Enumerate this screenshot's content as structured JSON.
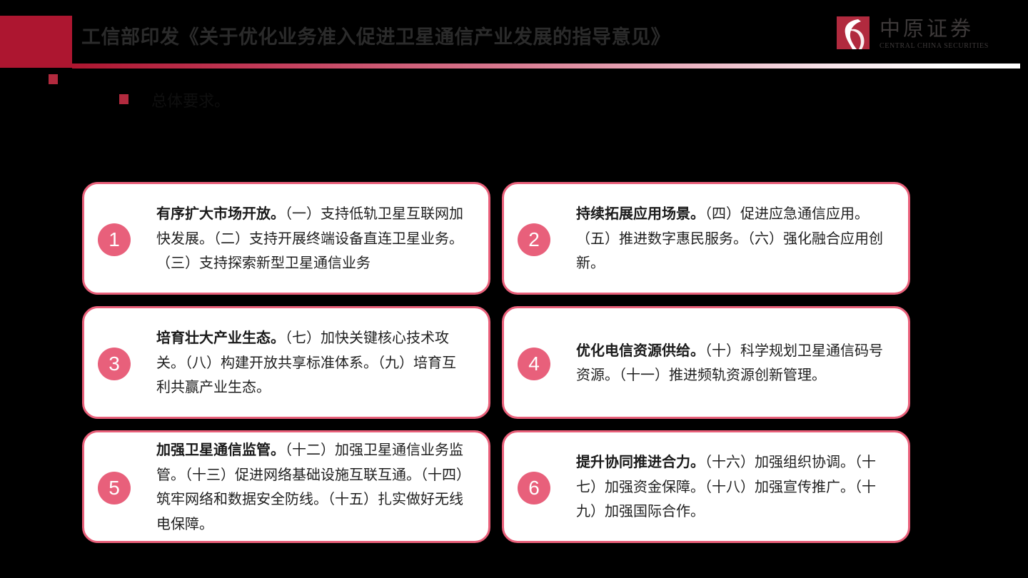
{
  "header": {
    "title": "工信部印发《关于优化业务准入促进卫星通信产业发展的指导意见》",
    "accent_color": "#ad1630"
  },
  "logo": {
    "icon": "central-china-securities-logo-icon",
    "name_cn": "中原证券",
    "name_en": "CENTRAL CHINA SECURITIES"
  },
  "section": {
    "subheading": "总体要求。"
  },
  "cards": [
    {
      "number": "1",
      "heading": "有序扩大市场开放。",
      "body": "（一）支持低轨卫星互联网加快发展。（二）支持开展终端设备直连卫星业务。（三）支持探索新型卫星通信业务"
    },
    {
      "number": "2",
      "heading": "持续拓展应用场景。",
      "body": "（四）促进应急通信应用。（五）推进数字惠民服务。（六）强化融合应用创新。"
    },
    {
      "number": "3",
      "heading": "培育壮大产业生态。",
      "body": "（七）加快关键核心技术攻关。（八）构建开放共享标准体系。（九）培育互利共赢产业生态。"
    },
    {
      "number": "4",
      "heading": "优化电信资源供给。",
      "body": "（十）科学规划卫星通信码号资源。（十一）推进频轨资源创新管理。"
    },
    {
      "number": "5",
      "heading": "加强卫星通信监管。",
      "body": "（十二）加强卫星通信业务监管。（十三）促进网络基础设施互联互通。（十四）筑牢网络和数据安全防线。（十五）扎实做好无线电保障。"
    },
    {
      "number": "6",
      "heading": "提升协同推进合力。",
      "body": "（十六）加强组织协调。（十七）加强资金保障。（十八）加强宣传推广。（十九）加强国际合作。"
    }
  ],
  "colors": {
    "card_border": "#e9607a",
    "number_circle": "#e8607b",
    "bullet": "#b22a3e",
    "background": "#000000"
  }
}
